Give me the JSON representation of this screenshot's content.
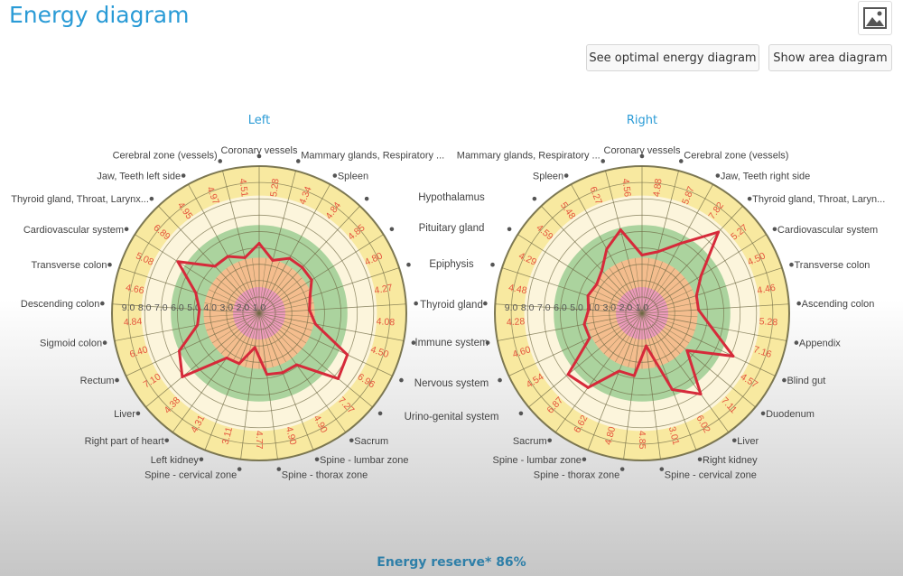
{
  "header": {
    "title": "Energy diagram",
    "image_button_icon": "image-icon"
  },
  "toolbar": {
    "optimal_label": "See optimal energy diagram",
    "area_label": "Show area diagram"
  },
  "middle_labels": [
    "Hypothalamus",
    "Pituitary gland",
    "Epiphysis",
    "Thyroid gland",
    "Immune system",
    "Nervous system",
    "Urino-genital system"
  ],
  "footer": {
    "energy_reserve": "Energy reserve* 86%"
  },
  "chart_data": [
    {
      "type": "radar",
      "title": "Left",
      "scale_labels": [
        "9.0",
        "8.0",
        "7.0",
        "6.0",
        "5.0",
        "4.0",
        "3.0",
        "2.0",
        "1.0"
      ],
      "range": [
        1,
        10
      ],
      "zones": [
        {
          "from": 1,
          "to": 2.6,
          "color": "#ec9bbb"
        },
        {
          "from": 2.6,
          "to": 4.4,
          "color": "#f4bd8e"
        },
        {
          "from": 4.4,
          "to": 6.4,
          "color": "#abd39e"
        },
        {
          "from": 6.4,
          "to": 8.2,
          "color": "#fcf5dc"
        },
        {
          "from": 8.2,
          "to": 10,
          "color": "#f8e9a0"
        }
      ],
      "line_color": "#d62a3a",
      "axes": [
        "Coronary vessels",
        "Mammary glands, Respiratory ...",
        "Spleen",
        "",
        "",
        "",
        "",
        "",
        "",
        "",
        "Sacrum",
        "Spine - lumbar zone",
        "Spine - thorax zone",
        "Spine - cervical zone",
        "Left kidney",
        "Right part of heart",
        "Liver",
        "Rectum",
        "Sigmoid colon",
        "Descending colon",
        "Transverse colon",
        "Cardiovascular system",
        "Thyroid gland, Throat, Larynx...",
        "Jaw, Teeth left side",
        "Cerebral zone (vessels)"
      ],
      "values": [
        "5.28",
        "4.34",
        "4.84",
        "4.85",
        "4.80",
        "4.27",
        "4.08",
        "4.50",
        "6.96",
        "7.27",
        "4.90",
        "4.90",
        "4.77",
        "3.11",
        "4.31",
        "4.38",
        "7.10",
        "6.40",
        "4.84",
        "4.66",
        "5.08",
        "6.89",
        "4.95",
        "4.97",
        "4.51"
      ]
    },
    {
      "type": "radar",
      "title": "Right",
      "scale_labels": [
        "9.0",
        "8.0",
        "7.0",
        "6.0",
        "5.0",
        "4.0",
        "3.0",
        "2.0",
        "1.0"
      ],
      "range": [
        1,
        10
      ],
      "zones": [
        {
          "from": 1,
          "to": 2.6,
          "color": "#ec9bbb"
        },
        {
          "from": 2.6,
          "to": 4.4,
          "color": "#f4bd8e"
        },
        {
          "from": 4.4,
          "to": 6.4,
          "color": "#abd39e"
        },
        {
          "from": 6.4,
          "to": 8.2,
          "color": "#fcf5dc"
        },
        {
          "from": 8.2,
          "to": 10,
          "color": "#f8e9a0"
        }
      ],
      "line_color": "#d62a3a",
      "axes": [
        "Coronary vessels",
        "Cerebral zone (vessels)",
        "Jaw, Teeth right side",
        "Thyroid gland, Throat, Laryn...",
        "Cardiovascular system",
        "Transverse colon",
        "Ascending colon",
        "Appendix",
        "Blind gut",
        "Duodenum",
        "Liver",
        "Right kidney",
        "Spine - cervical zone",
        "Spine - thorax zone",
        "Spine - lumbar zone",
        "Sacrum",
        "",
        "",
        "",
        "",
        "",
        "",
        "",
        "Spleen",
        "Mammary glands, Respiratory ..."
      ],
      "values": [
        "4.88",
        "5.87",
        "7.82",
        "5.27",
        "4.50",
        "4.46",
        "5.28",
        "7.16",
        "4.57",
        "7.11",
        "6.02",
        "3.01",
        "4.85",
        "4.80",
        "6.62",
        "6.87",
        "4.54",
        "4.60",
        "4.28",
        "4.48",
        "4.29",
        "4.59",
        "5.48",
        "6.27",
        "4.56"
      ]
    }
  ]
}
